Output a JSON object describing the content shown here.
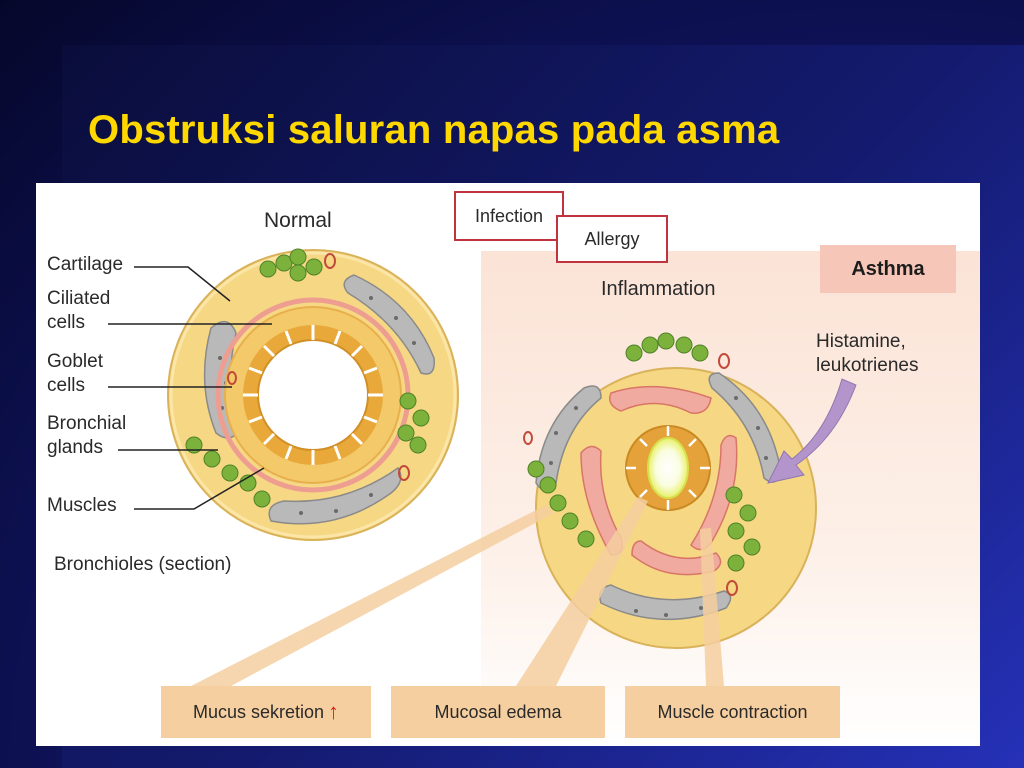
{
  "slide": {
    "title": "Obstruksi saluran napas pada asma"
  },
  "figure": {
    "normal_label": "Normal",
    "inflammation_label": "Inflammation",
    "asthma_label": "Asthma",
    "infection_label": "Infection",
    "allergy_label": "Allergy",
    "histamine_line1": "Histamine,",
    "histamine_line2": "leukotrienes",
    "caption": "Bronchioles (section)",
    "left_labels": [
      {
        "line1": "Cartilage",
        "line2": ""
      },
      {
        "line1": "Ciliated",
        "line2": "cells"
      },
      {
        "line1": "Goblet",
        "line2": "cells"
      },
      {
        "line1": "Bronchial",
        "line2": "glands"
      },
      {
        "line1": "Muscles",
        "line2": ""
      }
    ],
    "bottom_boxes": {
      "mucus": "Mucus sekretion",
      "mucus_arrow": "↑",
      "edema": "Mucosal edema",
      "muscle": "Muscle contraction"
    },
    "colors": {
      "title": "#ffd800",
      "tissue": "#f6d784",
      "cartilage": "#b7b7b7",
      "gland": "#7cb23c",
      "muscle": "#e89a8c",
      "arrow": "#b395cc",
      "box_peach": "#f5cfa0",
      "box_red_border": "#c03440"
    }
  }
}
